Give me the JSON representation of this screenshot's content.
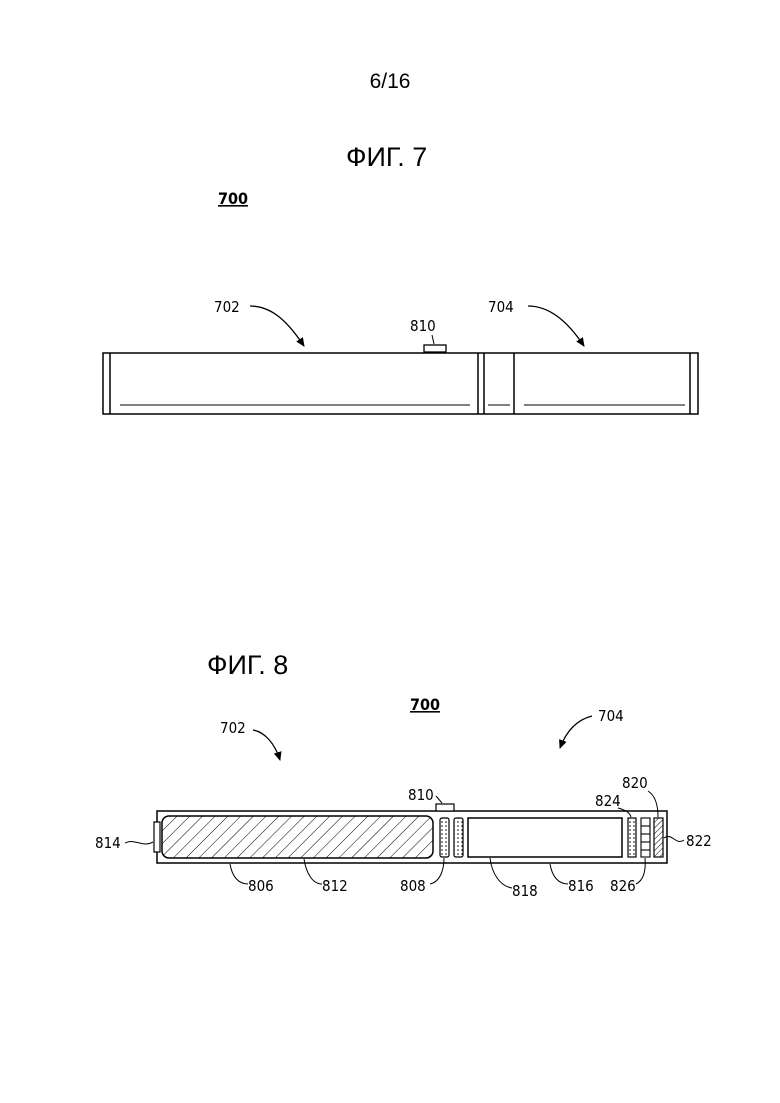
{
  "page": {
    "number": "6/16"
  },
  "fig7": {
    "title": "ФИГ. 7",
    "labels": {
      "device": "700",
      "first_part": "702",
      "second_part": "704",
      "button": "810"
    }
  },
  "fig8": {
    "title": "ФИГ. 8",
    "labels": {
      "device": "700",
      "first_part": "702",
      "second_part": "704",
      "button": "810",
      "end_cap": "814",
      "housing_first": "806",
      "reservoir": "812",
      "element_808": "808",
      "cartridge": "818",
      "housing_second": "816",
      "element_824": "824",
      "element_826": "826",
      "element_820": "820",
      "element_822": "822"
    }
  }
}
